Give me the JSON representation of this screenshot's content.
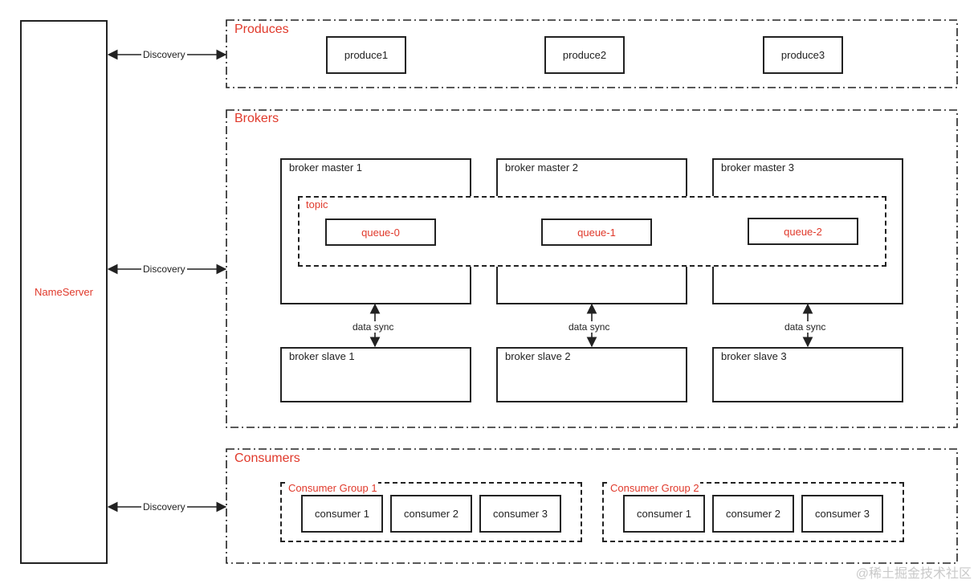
{
  "nameserver": {
    "label": "NameServer"
  },
  "discovery_label": "Discovery",
  "produces": {
    "title": "Produces",
    "items": [
      "produce1",
      "produce2",
      "produce3"
    ]
  },
  "brokers": {
    "title": "Brokers",
    "masters": [
      "broker master 1",
      "broker master 2",
      "broker master 3"
    ],
    "slaves": [
      "broker slave 1",
      "broker slave 2",
      "broker slave 3"
    ],
    "sync_label": "data sync",
    "topic": {
      "label": "topic",
      "queues": [
        "queue-0",
        "queue-1",
        "queue-2"
      ]
    }
  },
  "consumers": {
    "title": "Consumers",
    "groups": [
      {
        "title": "Consumer Group 1",
        "members": [
          "consumer 1",
          "consumer 2",
          "consumer 3"
        ]
      },
      {
        "title": "Consumer Group 2",
        "members": [
          "consumer 1",
          "consumer 2",
          "consumer 3"
        ]
      }
    ]
  },
  "watermark": "@稀土掘金技术社区",
  "colors": {
    "accent": "#e0392b",
    "stroke": "#222222"
  }
}
